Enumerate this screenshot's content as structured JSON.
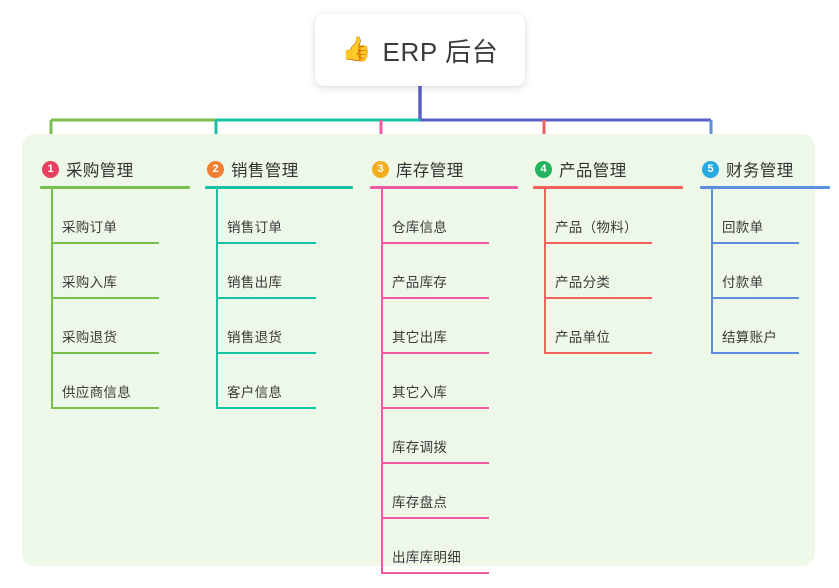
{
  "root": {
    "icon": "thumbs-up-icon",
    "emoji": "👍",
    "title": "ERP 后台"
  },
  "theme": {
    "page_background": "#ffffff",
    "panel_background": "#eef8e8",
    "stem_color": "#5b5fc7",
    "bus_left_color": "#16c2a3",
    "bus_right_color": "#5b5fc7",
    "title_text": "#3c3c3c"
  },
  "columns": [
    {
      "number": "1",
      "title": "采购管理",
      "badge_color": "#e8415f",
      "line_color": "#79bf4b",
      "leaves": [
        {
          "label": "采购订单"
        },
        {
          "label": "采购入库"
        },
        {
          "label": "采购退货"
        },
        {
          "label": "供应商信息"
        }
      ]
    },
    {
      "number": "2",
      "title": "销售管理",
      "badge_color": "#f07e33",
      "line_color": "#16c2a3",
      "leaves": [
        {
          "label": "销售订单"
        },
        {
          "label": "销售出库"
        },
        {
          "label": "销售退货"
        },
        {
          "label": "客户信息"
        }
      ]
    },
    {
      "number": "3",
      "title": "库存管理",
      "badge_color": "#f2b020",
      "line_color": "#ed5ba4",
      "leaves": [
        {
          "label": "仓库信息"
        },
        {
          "label": "产品库存"
        },
        {
          "label": "其它出库"
        },
        {
          "label": "其它入库"
        },
        {
          "label": "库存调拨"
        },
        {
          "label": "库存盘点"
        },
        {
          "label": "出库库明细"
        }
      ]
    },
    {
      "number": "4",
      "title": "产品管理",
      "badge_color": "#22b45e",
      "line_color": "#f2615c",
      "leaves": [
        {
          "label": "产品（物料）"
        },
        {
          "label": "产品分类"
        },
        {
          "label": "产品单位"
        }
      ]
    },
    {
      "number": "5",
      "title": "财务管理",
      "badge_color": "#27a9e1",
      "line_color": "#5b8ede",
      "leaves": [
        {
          "label": "回款单"
        },
        {
          "label": "付款单"
        },
        {
          "label": "结算账户"
        }
      ]
    }
  ]
}
